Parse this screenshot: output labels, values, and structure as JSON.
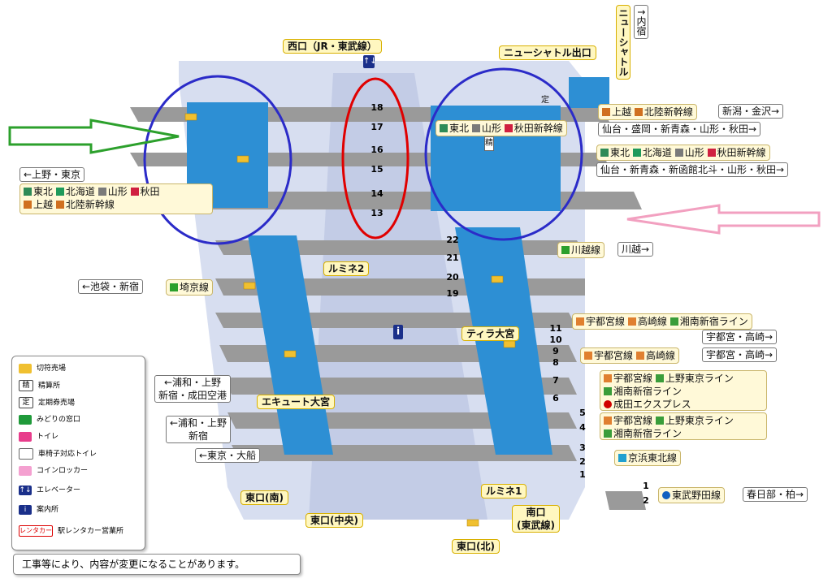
{
  "exits": {
    "west": "西口（JR・東武線）",
    "new_shuttle": "ニューシャトル出口",
    "east_south": "東口(南)",
    "east_center": "東口(中央)",
    "east_north": "東口(北)",
    "south_tobu": "南口\n(東武線)"
  },
  "new_shuttle_vertical": "ニューシャトル",
  "uchijuku": "↑内宿",
  "malls": {
    "lumine2": "ルミネ2",
    "lumine1": "ルミネ1",
    "tira": "ティラ大宮",
    "ecute": "エキュート大宮"
  },
  "platform_numbers": {
    "upper": [
      "18",
      "17",
      "16",
      "15",
      "14",
      "13"
    ],
    "middle": [
      "22",
      "21",
      "20",
      "19"
    ],
    "lower": [
      "11",
      "10",
      "9",
      "8",
      "7",
      "6",
      "5",
      "4",
      "3",
      "2",
      "1"
    ],
    "tobu": [
      "1",
      "2"
    ]
  },
  "lines_left": {
    "ueno_tokyo": "←上野・東京",
    "row1": [
      "東北",
      "北海道",
      "山形",
      "秋田"
    ],
    "row2": [
      "上越",
      "北陸新幹線"
    ],
    "ikebukuro": "←池袋・新宿",
    "saikyo": "埼京線",
    "urawa1": "←浦和・上野\n新宿・成田空港",
    "urawa2": "←浦和・上野\n新宿",
    "tokyo_ofuna": "←東京・大船"
  },
  "lines_right": {
    "r1": [
      "上越",
      "北陸新幹線"
    ],
    "r1_dest": "新潟・金沢→",
    "r2": [
      "東北",
      "山形",
      "秋田新幹線"
    ],
    "r2_dest": "仙台・盛岡・新青森・山形・秋田→",
    "r3": [
      "東北",
      "北海道",
      "山形",
      "秋田新幹線"
    ],
    "r3_dest": "仙台・新青森・新函館北斗・山形・秋田→",
    "kawagoe": "川越線",
    "kawagoe_dest": "川越→",
    "p11": [
      "宇都宮線",
      "高崎線",
      "湘南新宿ライン"
    ],
    "p11_dest": "宇都宮・高崎→",
    "p9": [
      "宇都宮線",
      "高崎線"
    ],
    "p9_dest": "宇都宮・高崎→",
    "p7": [
      "宇都宮線",
      "上野東京ライン"
    ],
    "p7b": "湘南新宿ライン",
    "p7c": "成田エクスプレス",
    "p4": [
      "宇都宮線",
      "上野東京ライン"
    ],
    "p4b": "湘南新宿ライン",
    "keihin": "京浜東北線",
    "tobu": "東武野田線",
    "tobu_dest": "春日部・柏→"
  },
  "legend": [
    {
      "icon": "",
      "label": "切符売場"
    },
    {
      "icon": "精",
      "label": "精算所"
    },
    {
      "icon": "定",
      "label": "定期券売場"
    },
    {
      "icon": "",
      "label": "みどりの窓口"
    },
    {
      "icon": "",
      "label": "トイレ"
    },
    {
      "icon": "",
      "label": "車椅子対応トイレ"
    },
    {
      "icon": "",
      "label": "コインロッカー"
    },
    {
      "icon": "↑↓",
      "label": "エレベーター"
    },
    {
      "icon": "i",
      "label": "案内所"
    },
    {
      "icon": "レンタカー",
      "label": "駅レンタカー営業所"
    }
  ],
  "notice": "工事等により、内容が変更になることがあります。",
  "icon_text": {
    "teiki": "定",
    "seisan": "精",
    "elevator": "↑↓",
    "info": "i"
  },
  "colors": {
    "platform": "#9a9a9a",
    "track_blue": "#2d8fd4",
    "concourse": "#d7def0",
    "annot_blue": "#2b2bc8",
    "annot_red": "#e00000",
    "annot_green": "#2ca02c",
    "annot_pink": "#f2a0c0",
    "tohoku": "#2e8b57",
    "hokkaido": "#1f9a5a",
    "yamagata": "#7a7a7a",
    "akita": "#d02040",
    "joetsu": "#d07020",
    "utsunomiya": "#e08030",
    "shonan": "#3a9d3a",
    "keihin": "#20a0d0"
  }
}
